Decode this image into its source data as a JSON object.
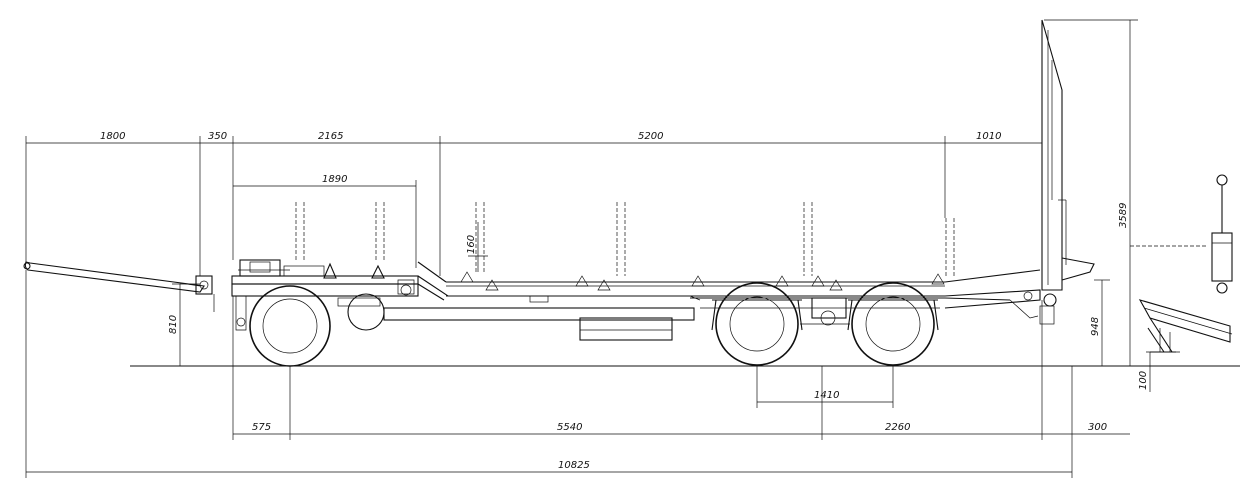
{
  "dimensions": {
    "top_front_overhang": "1800",
    "top_drawbar_offset": "350",
    "top_gooseneck_length": "2165",
    "top_deck_length": "5200",
    "top_beavertail_length": "1010",
    "top_front_platform": "1890",
    "step_height": "160",
    "drawbar_height": "810",
    "overall_height": "3589",
    "rear_deck_height": "948",
    "ramp_foot_height": "100",
    "axle_spread": "1410",
    "bottom_front_offset": "575",
    "bottom_wheelbase": "5540",
    "bottom_rear_axles": "2260",
    "bottom_rear_overhang": "300",
    "overall_length": "10825"
  }
}
